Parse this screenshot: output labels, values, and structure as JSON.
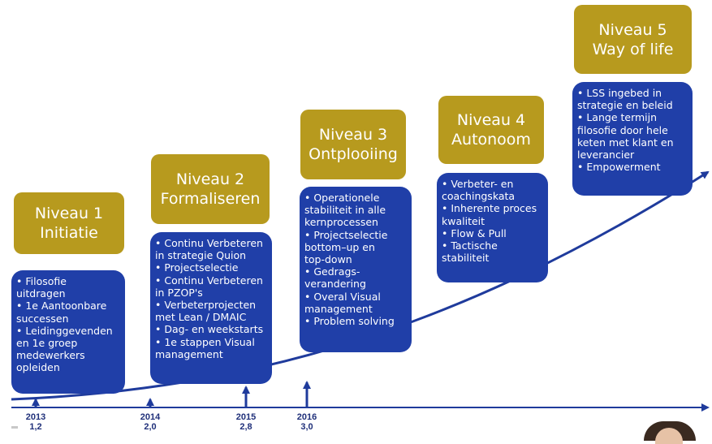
{
  "levels": [
    {
      "title": "Niveau 1",
      "subtitle": "Initiatie",
      "items": [
        "• Filosofie",
        "uitdragen",
        "• 1e Aantoonbare",
        "successen",
        "• Leidinggevenden",
        "en 1e groep",
        "medewerkers",
        "opleiden"
      ]
    },
    {
      "title": "Niveau 2",
      "subtitle": "Formaliseren",
      "items": [
        "• Continu Verbeteren",
        "in strategie Quion",
        "• Projectselectie",
        "• Continu Verbeteren",
        "in PZOP's",
        "• Verbeterprojecten",
        "met Lean / DMAIC",
        "• Dag- en weekstarts",
        "• 1e stappen Visual",
        "management"
      ]
    },
    {
      "title": "Niveau 3",
      "subtitle": "Ontplooiing",
      "items": [
        "• Operationele",
        "stabiliteit in alle",
        "kernprocessen",
        "• Projectselectie",
        "bottom–up en",
        "top-down",
        "• Gedrags-",
        "verandering",
        "• Overal Visual",
        "management",
        "• Problem solving"
      ]
    },
    {
      "title": "Niveau 4",
      "subtitle": "Autonoom",
      "items": [
        "• Verbeter- en",
        "coachingskata",
        "• Inherente proces",
        "kwaliteit",
        "• Flow & Pull",
        "• Tactische",
        "stabiliteit"
      ]
    },
    {
      "title": "Niveau 5",
      "subtitle": "Way of life",
      "items": [
        "• LSS ingebed in",
        "strategie en beleid",
        "• Lange termijn",
        "filosofie door hele",
        "keten met klant en",
        "leverancier",
        "• Empowerment"
      ]
    }
  ],
  "timeline": [
    {
      "year": "2013",
      "score": "1,2"
    },
    {
      "year": "2014",
      "score": "2,0"
    },
    {
      "year": "2015",
      "score": "2,8"
    },
    {
      "year": "2016",
      "score": "3,0"
    }
  ],
  "colors": {
    "gold": "#b79a1e",
    "blue": "#203fa8",
    "axis": "#1f3b9c",
    "label": "#20307a"
  }
}
